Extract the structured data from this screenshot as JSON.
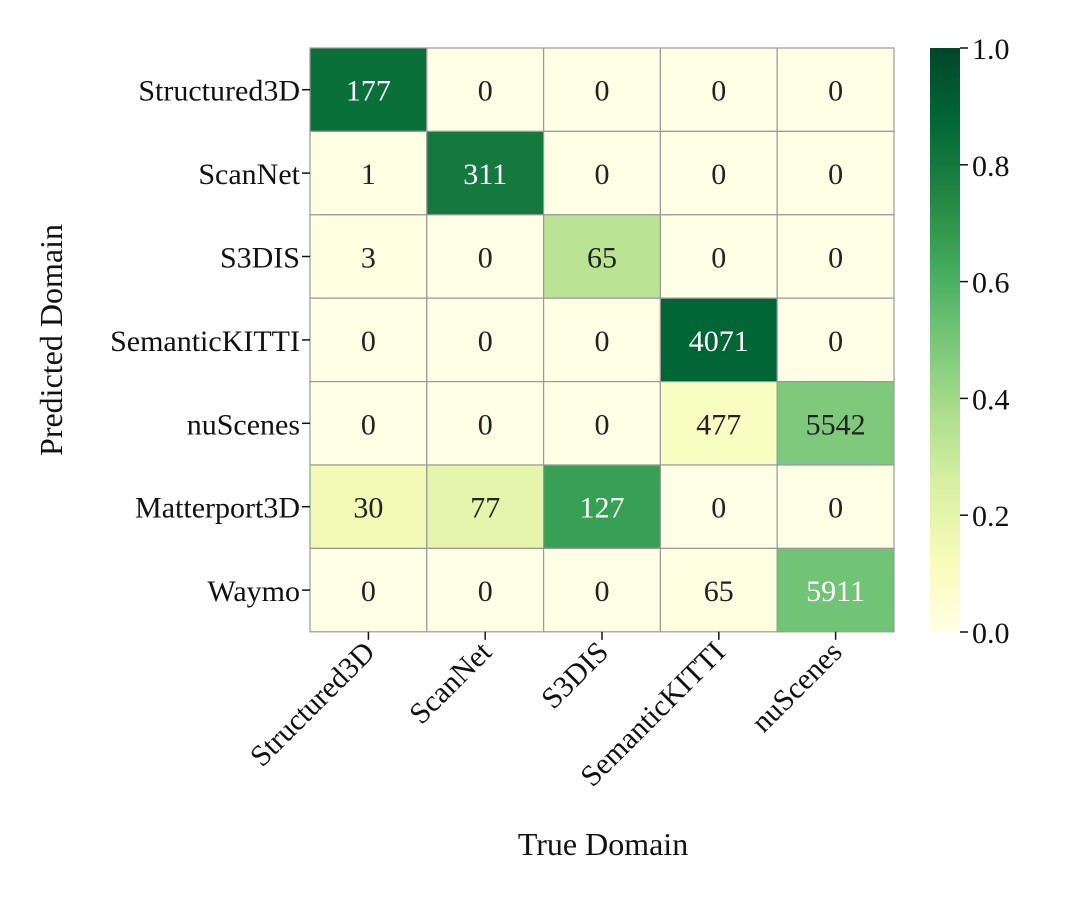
{
  "chart_data": {
    "type": "heatmap",
    "title": "",
    "xlabel": "True Domain",
    "ylabel": "Predicted Domain",
    "x_categories": [
      "Structured3D",
      "ScanNet",
      "S3DIS",
      "SemanticKITTI",
      "nuScenes"
    ],
    "y_categories": [
      "Structured3D",
      "ScanNet",
      "S3DIS",
      "SemanticKITTI",
      "nuScenes",
      "Matterport3D",
      "Waymo"
    ],
    "values": [
      [
        177,
        0,
        0,
        0,
        0
      ],
      [
        1,
        311,
        0,
        0,
        0
      ],
      [
        3,
        0,
        65,
        0,
        0
      ],
      [
        0,
        0,
        0,
        4071,
        0
      ],
      [
        0,
        0,
        0,
        477,
        5542
      ],
      [
        30,
        77,
        127,
        0,
        0
      ],
      [
        0,
        0,
        0,
        65,
        5911
      ]
    ],
    "normalization": "column",
    "colormap": "Greens",
    "colorbar": {
      "range": [
        0.0,
        1.0
      ],
      "ticks": [
        "0.0",
        "0.2",
        "0.4",
        "0.6",
        "0.8",
        "1.0"
      ]
    },
    "grid_color": "#999999"
  }
}
